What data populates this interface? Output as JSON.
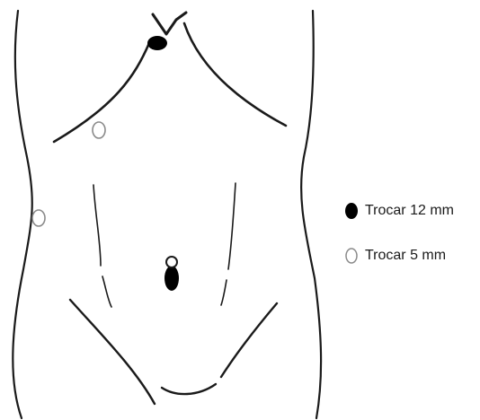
{
  "legend": {
    "items": [
      {
        "label": "Trocar 12 mm",
        "marker": "filled-circle",
        "color": "#000000"
      },
      {
        "label": "Trocar 5 mm",
        "marker": "open-circle",
        "color": "#8a8a8a"
      }
    ]
  },
  "colors": {
    "outline": "#1a1a1a",
    "trocar_12": "#000000",
    "trocar_5": "#8a8a8a",
    "background": "#ffffff"
  }
}
